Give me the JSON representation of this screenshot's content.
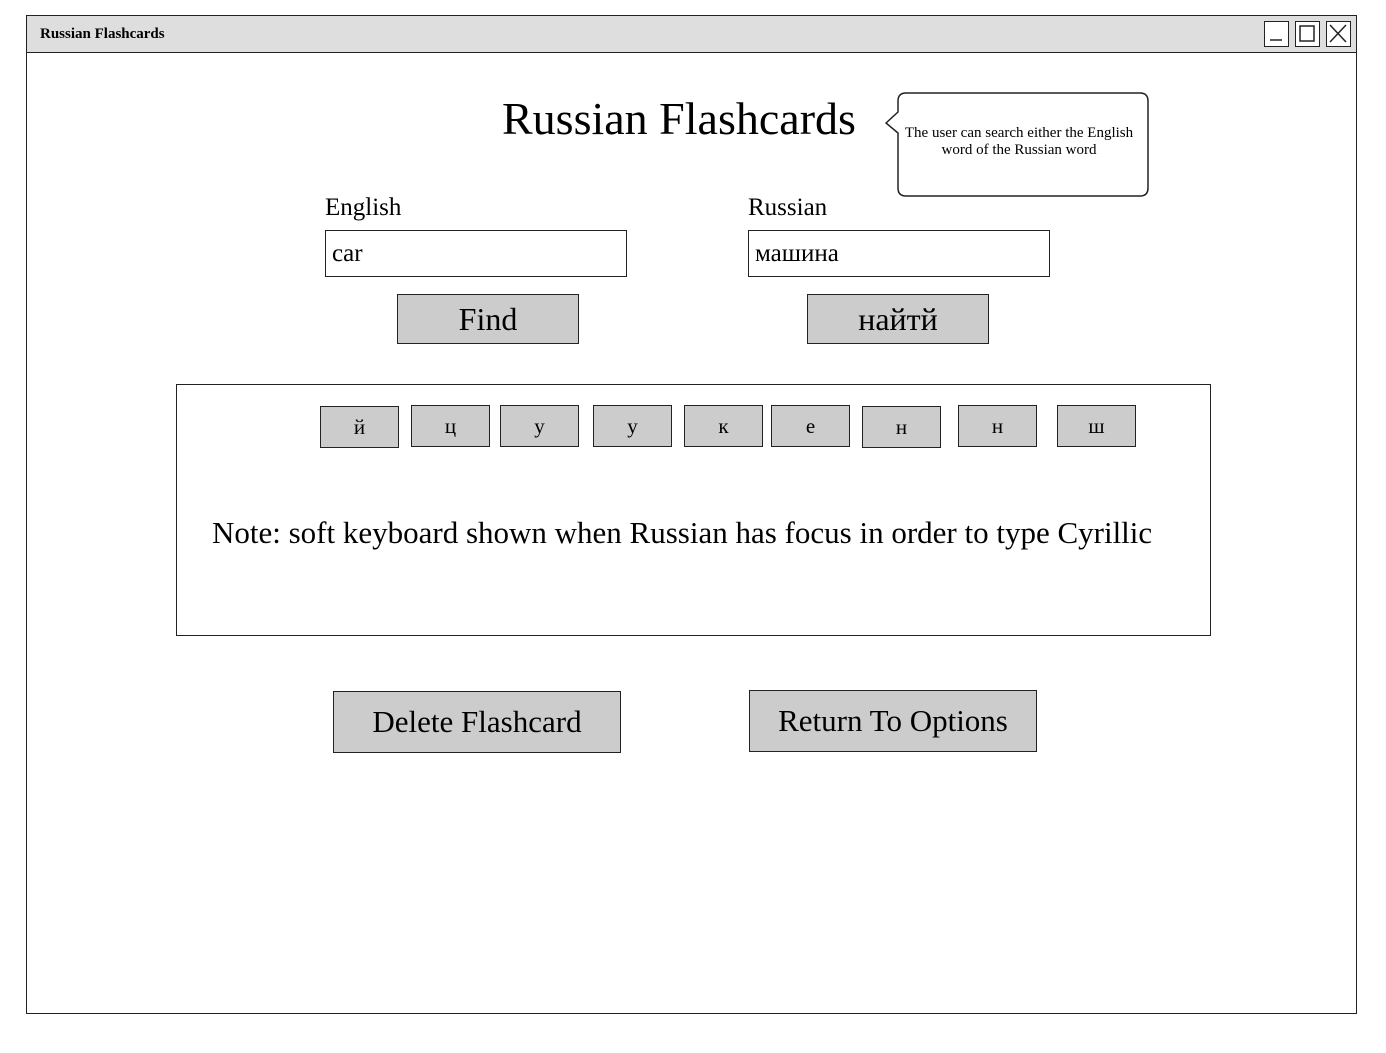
{
  "window": {
    "title": "Russian Flashcards"
  },
  "page": {
    "title": "Russian Flashcards"
  },
  "callout": {
    "text": "The user can search either the English word of the Russian word"
  },
  "english": {
    "label": "English",
    "value": "car",
    "button_label": "Find"
  },
  "russian": {
    "label": "Russian",
    "value": "машина",
    "button_label": "найтй"
  },
  "keyboard": {
    "keys": [
      "й",
      "ц",
      "у",
      "у",
      "к",
      "е",
      "н",
      "н",
      "ш"
    ],
    "note": "Note: soft keyboard shown when Russian has focus in order to type Cyrillic"
  },
  "actions": {
    "delete_label": "Delete Flashcard",
    "return_label": "Return To Options"
  },
  "colors": {
    "titlebar": "#dedede",
    "button": "#cccccc",
    "border": "#222222"
  }
}
